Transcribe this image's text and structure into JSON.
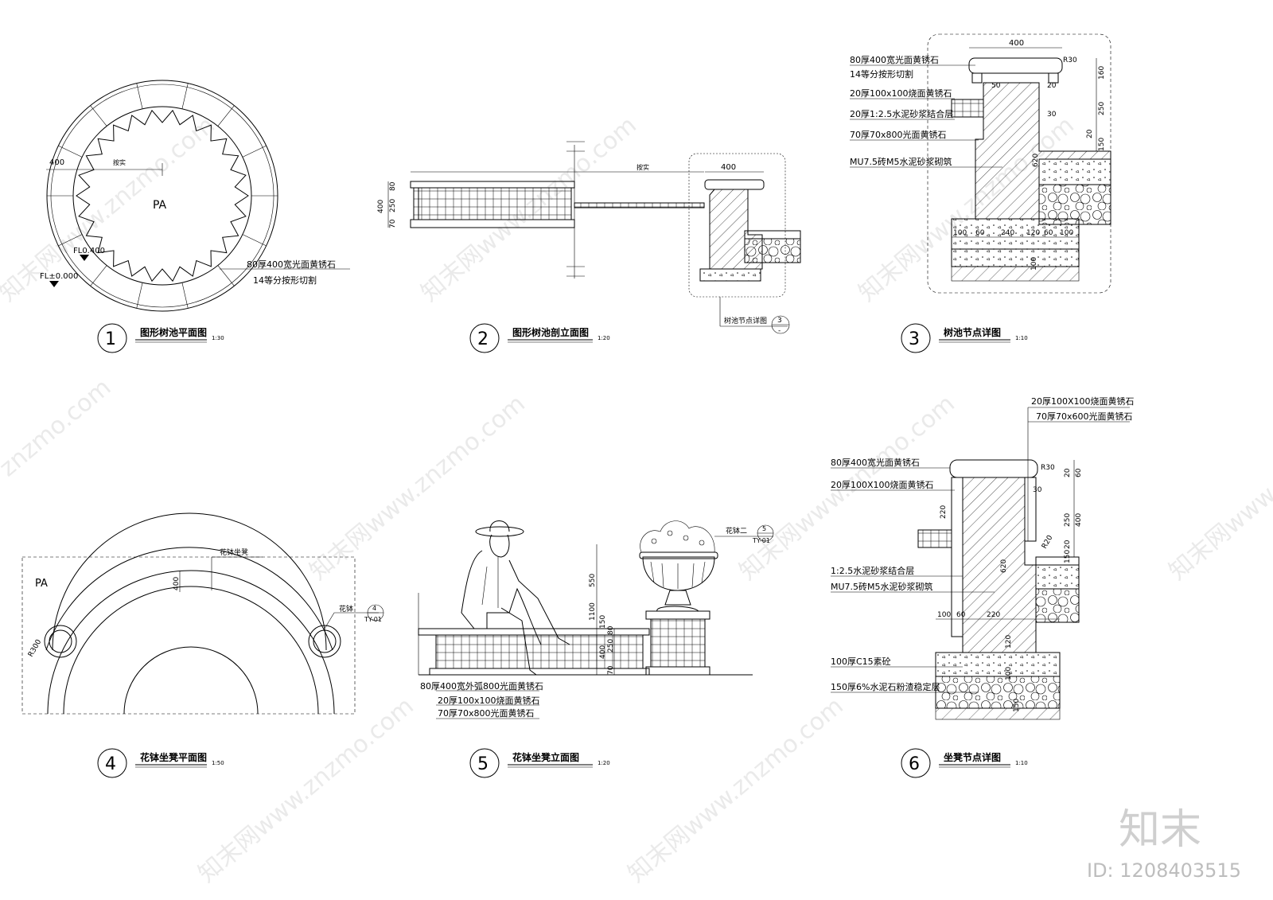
{
  "drawings": [
    {
      "number": "1",
      "title": "图形树池平面图",
      "scale": "1:30"
    },
    {
      "number": "2",
      "title": "图形树池剖立面图",
      "scale": "1:20"
    },
    {
      "number": "3",
      "title": "树池节点详图",
      "scale": "1:10"
    },
    {
      "number": "4",
      "title": "花钵坐凳平面图",
      "scale": "1:50"
    },
    {
      "number": "5",
      "title": "花钵坐凳立面图",
      "scale": "1:20"
    },
    {
      "number": "6",
      "title": "坐凳节点详图",
      "scale": "1:10"
    }
  ],
  "d1": {
    "dim400": "400",
    "ansi": "按实",
    "pa": "PA",
    "fl_top": "FL0.400",
    "fl_base": "FL±0.000",
    "note1": "80厚400宽光面黄锈石",
    "note2": "14等分按形切割"
  },
  "d2": {
    "dim400": "400",
    "ansi": "按实",
    "v400": "400",
    "v80": "80",
    "v250": "250",
    "v70": "70",
    "ref_label": "树池节点详图",
    "ref_num": "3",
    "ref_sheet": "-"
  },
  "d3": {
    "dim400": "400",
    "r30": "R30",
    "note1": "80厚400宽光面黄锈石",
    "note2": "14等分按形切割",
    "note3": "20厚100x100烧面黄锈石",
    "note4": "20厚1:2.5水泥砂浆结合层",
    "note5": "70厚70x800光面黄锈石",
    "note6": "MU7.5砖M5水泥砂浆砌筑",
    "d50": "50",
    "d20a": "20",
    "d30": "30",
    "d250": "250",
    "d20b": "20",
    "d620": "620",
    "d100a": "100",
    "d60a": "60",
    "d240": "240",
    "d120": "120",
    "d60b": "60",
    "d100b": "100",
    "d100c": "100",
    "d160": "160",
    "d150": "150"
  },
  "d4": {
    "label": "花钵坐凳",
    "pa": "PA",
    "dim400": "400",
    "r300": "R300",
    "pot": "花钵",
    "ref_num": "4",
    "ref_sheet": "TY-01"
  },
  "d5": {
    "pot2": "花钵二",
    "ref_num": "5",
    "ref_sheet": "TY-01",
    "v550": "550",
    "v1100": "1100",
    "v150": "150",
    "v400": "400",
    "v250": "250",
    "v80": "80",
    "v70": "70",
    "note1": "80厚400宽外弧800光面黄锈石",
    "note2": "20厚100x100烧面黄锈石",
    "note3": "70厚70x800光面黄锈石"
  },
  "d6": {
    "top1": "20厚100X100烧面黄锈石",
    "top2": "70厚70x600光面黄锈石",
    "note1": "80厚400宽光面黄锈石",
    "note2": "20厚100X100烧面黄锈石",
    "note3": "1:2.5水泥砂浆结合层",
    "note4": "MU7.5砖M5水泥砂浆砌筑",
    "note5": "100厚C15素砼",
    "note6": "150厚6%水泥石粉渣稳定层",
    "r30": "R30",
    "d20": "20",
    "d60": "60",
    "d250": "250",
    "d400": "400",
    "d220a": "220",
    "d620": "620",
    "d20b": "20",
    "d150": "150",
    "d100a": "100",
    "d60a": "60",
    "d220b": "220",
    "d120": "120",
    "d100b": "100",
    "d150b": "150",
    "r20": "R20",
    "d30": "30"
  },
  "brand": {
    "logo": "知末",
    "id": "ID: 1208403515",
    "wm": "znzmo.com",
    "wm2": "知末网www.znzmo.com"
  }
}
